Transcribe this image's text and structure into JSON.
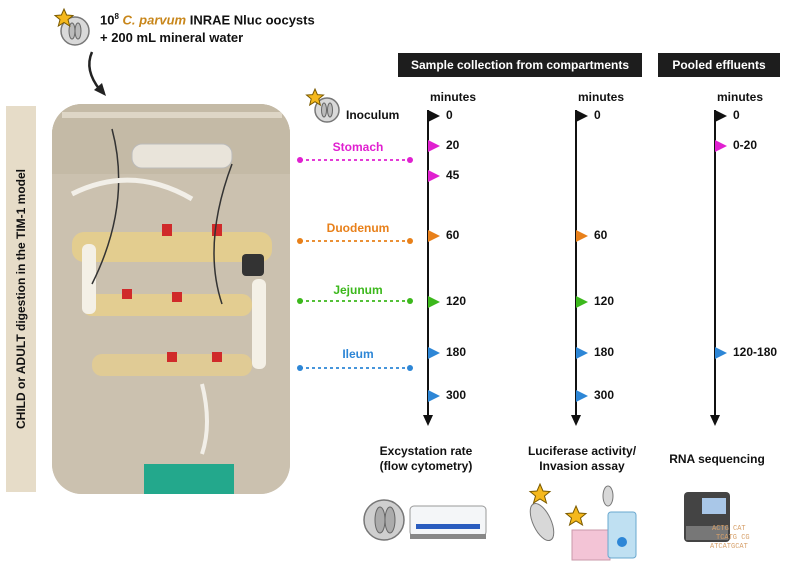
{
  "header": {
    "exponent": "8",
    "line1_prefix": "10",
    "species": "C. parvum",
    "line1_suffix": " INRAE Nluc oocysts",
    "line2": "+ 200 mL mineral water"
  },
  "sidebar_label": "CHILD or ADULT digestion in the TIM-1 model",
  "column_headers": {
    "compartments": "Sample collection from compartments",
    "effluents": "Pooled effluents"
  },
  "minutes_label": "minutes",
  "inoculum_label": "Inoculum",
  "compartments": [
    {
      "name": "Stomach",
      "color": "#e020d0"
    },
    {
      "name": "Duodenum",
      "color": "#e8801a"
    },
    {
      "name": "Jejunum",
      "color": "#3cb81c"
    },
    {
      "name": "Ileum",
      "color": "#2d86d6"
    }
  ],
  "timelines": {
    "col1": [
      {
        "label": "0",
        "color": "#111111"
      },
      {
        "label": "20",
        "color": "#e020d0"
      },
      {
        "label": "45",
        "color": "#e020d0"
      },
      {
        "label": "60",
        "color": "#e8801a"
      },
      {
        "label": "120",
        "color": "#3cb81c"
      },
      {
        "label": "180",
        "color": "#2d86d6"
      },
      {
        "label": "300",
        "color": "#2d86d6"
      }
    ],
    "col2": [
      {
        "label": "0",
        "color": "#111111"
      },
      {
        "label": "60",
        "color": "#e8801a"
      },
      {
        "label": "120",
        "color": "#3cb81c"
      },
      {
        "label": "180",
        "color": "#2d86d6"
      },
      {
        "label": "300",
        "color": "#2d86d6"
      }
    ],
    "col3": [
      {
        "label": "0",
        "color": "#111111"
      },
      {
        "label": "0-20",
        "color": "#e020d0"
      },
      {
        "label": "120-180",
        "color": "#2d86d6"
      }
    ]
  },
  "outputs": {
    "excystation_line1": "Excystation rate",
    "excystation_line2": "(flow cytometry)",
    "luciferase_line1": "Luciferase activity/",
    "luciferase_line2": "Invasion assay",
    "rna": "RNA sequencing"
  }
}
